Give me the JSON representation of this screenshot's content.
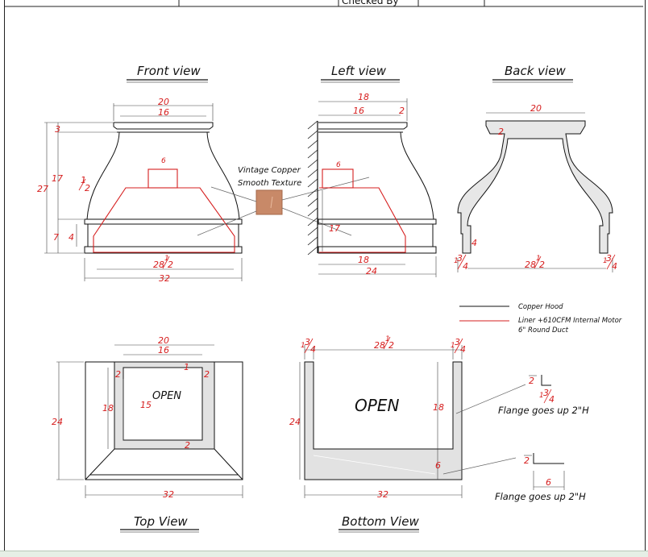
{
  "title_block": {
    "checked_by": "Checked By"
  },
  "views": {
    "front": "Front view",
    "left": "Left view",
    "back": "Back view",
    "top": "Top View",
    "bottom": "Bottom View"
  },
  "front_dims": {
    "top_outer": "20",
    "top_inner": "16",
    "collar": "3",
    "body": "17",
    "height": "27",
    "curve_a": "1",
    "curve_b": "2",
    "band": "7",
    "band_inner": "4",
    "liner_base_a": "28",
    "liner_base_b": "1",
    "liner_base_c": "2",
    "base": "32",
    "duct": "6"
  },
  "left_dims": {
    "top_outer": "18",
    "top_inner": "16",
    "lip": "2",
    "liner_h": "17",
    "liner_base": "18",
    "base": "24",
    "duct": "6"
  },
  "back_dims": {
    "top": "20",
    "lip": "2",
    "foot_h": "4",
    "foot_a": "1",
    "foot_b": "3",
    "foot_c": "4",
    "span_a": "28",
    "span_b": "1",
    "span_c": "2",
    "foot2_a": "1",
    "foot2_b": "3",
    "foot2_c": "4"
  },
  "texture": {
    "line1": "Vintage Copper",
    "line2": "Smooth Texture"
  },
  "legend": {
    "copper": "Copper Hood",
    "liner": "Liner +610CFM Internal Motor",
    "duct": "6\" Round Duct",
    "copper_color": "#111111",
    "liner_color": "#d61f1f"
  },
  "top_dims": {
    "outer_w": "20",
    "inner_w": "16",
    "side_l": "2",
    "side_r": "2",
    "front_lip": "1",
    "depth": "18",
    "open_depth": "15",
    "back_lip": "2",
    "total_d": "24",
    "base": "32",
    "open": "OPEN"
  },
  "bottom_dims": {
    "left_a": "1",
    "left_b": "3",
    "left_c": "4",
    "span_a": "28",
    "span_b": "1",
    "span_c": "2",
    "right_a": "1",
    "right_b": "3",
    "right_c": "4",
    "depth": "24",
    "inner": "18",
    "back": "6",
    "base": "32",
    "open": "OPEN"
  },
  "flanges": {
    "upper_dim": "2",
    "upper_a": "1",
    "upper_b": "3",
    "upper_c": "4",
    "upper_note": "Flange goes up 2\"H",
    "lower_dim": "2",
    "lower_w": "6",
    "lower_note": "Flange goes up 2\"H"
  }
}
